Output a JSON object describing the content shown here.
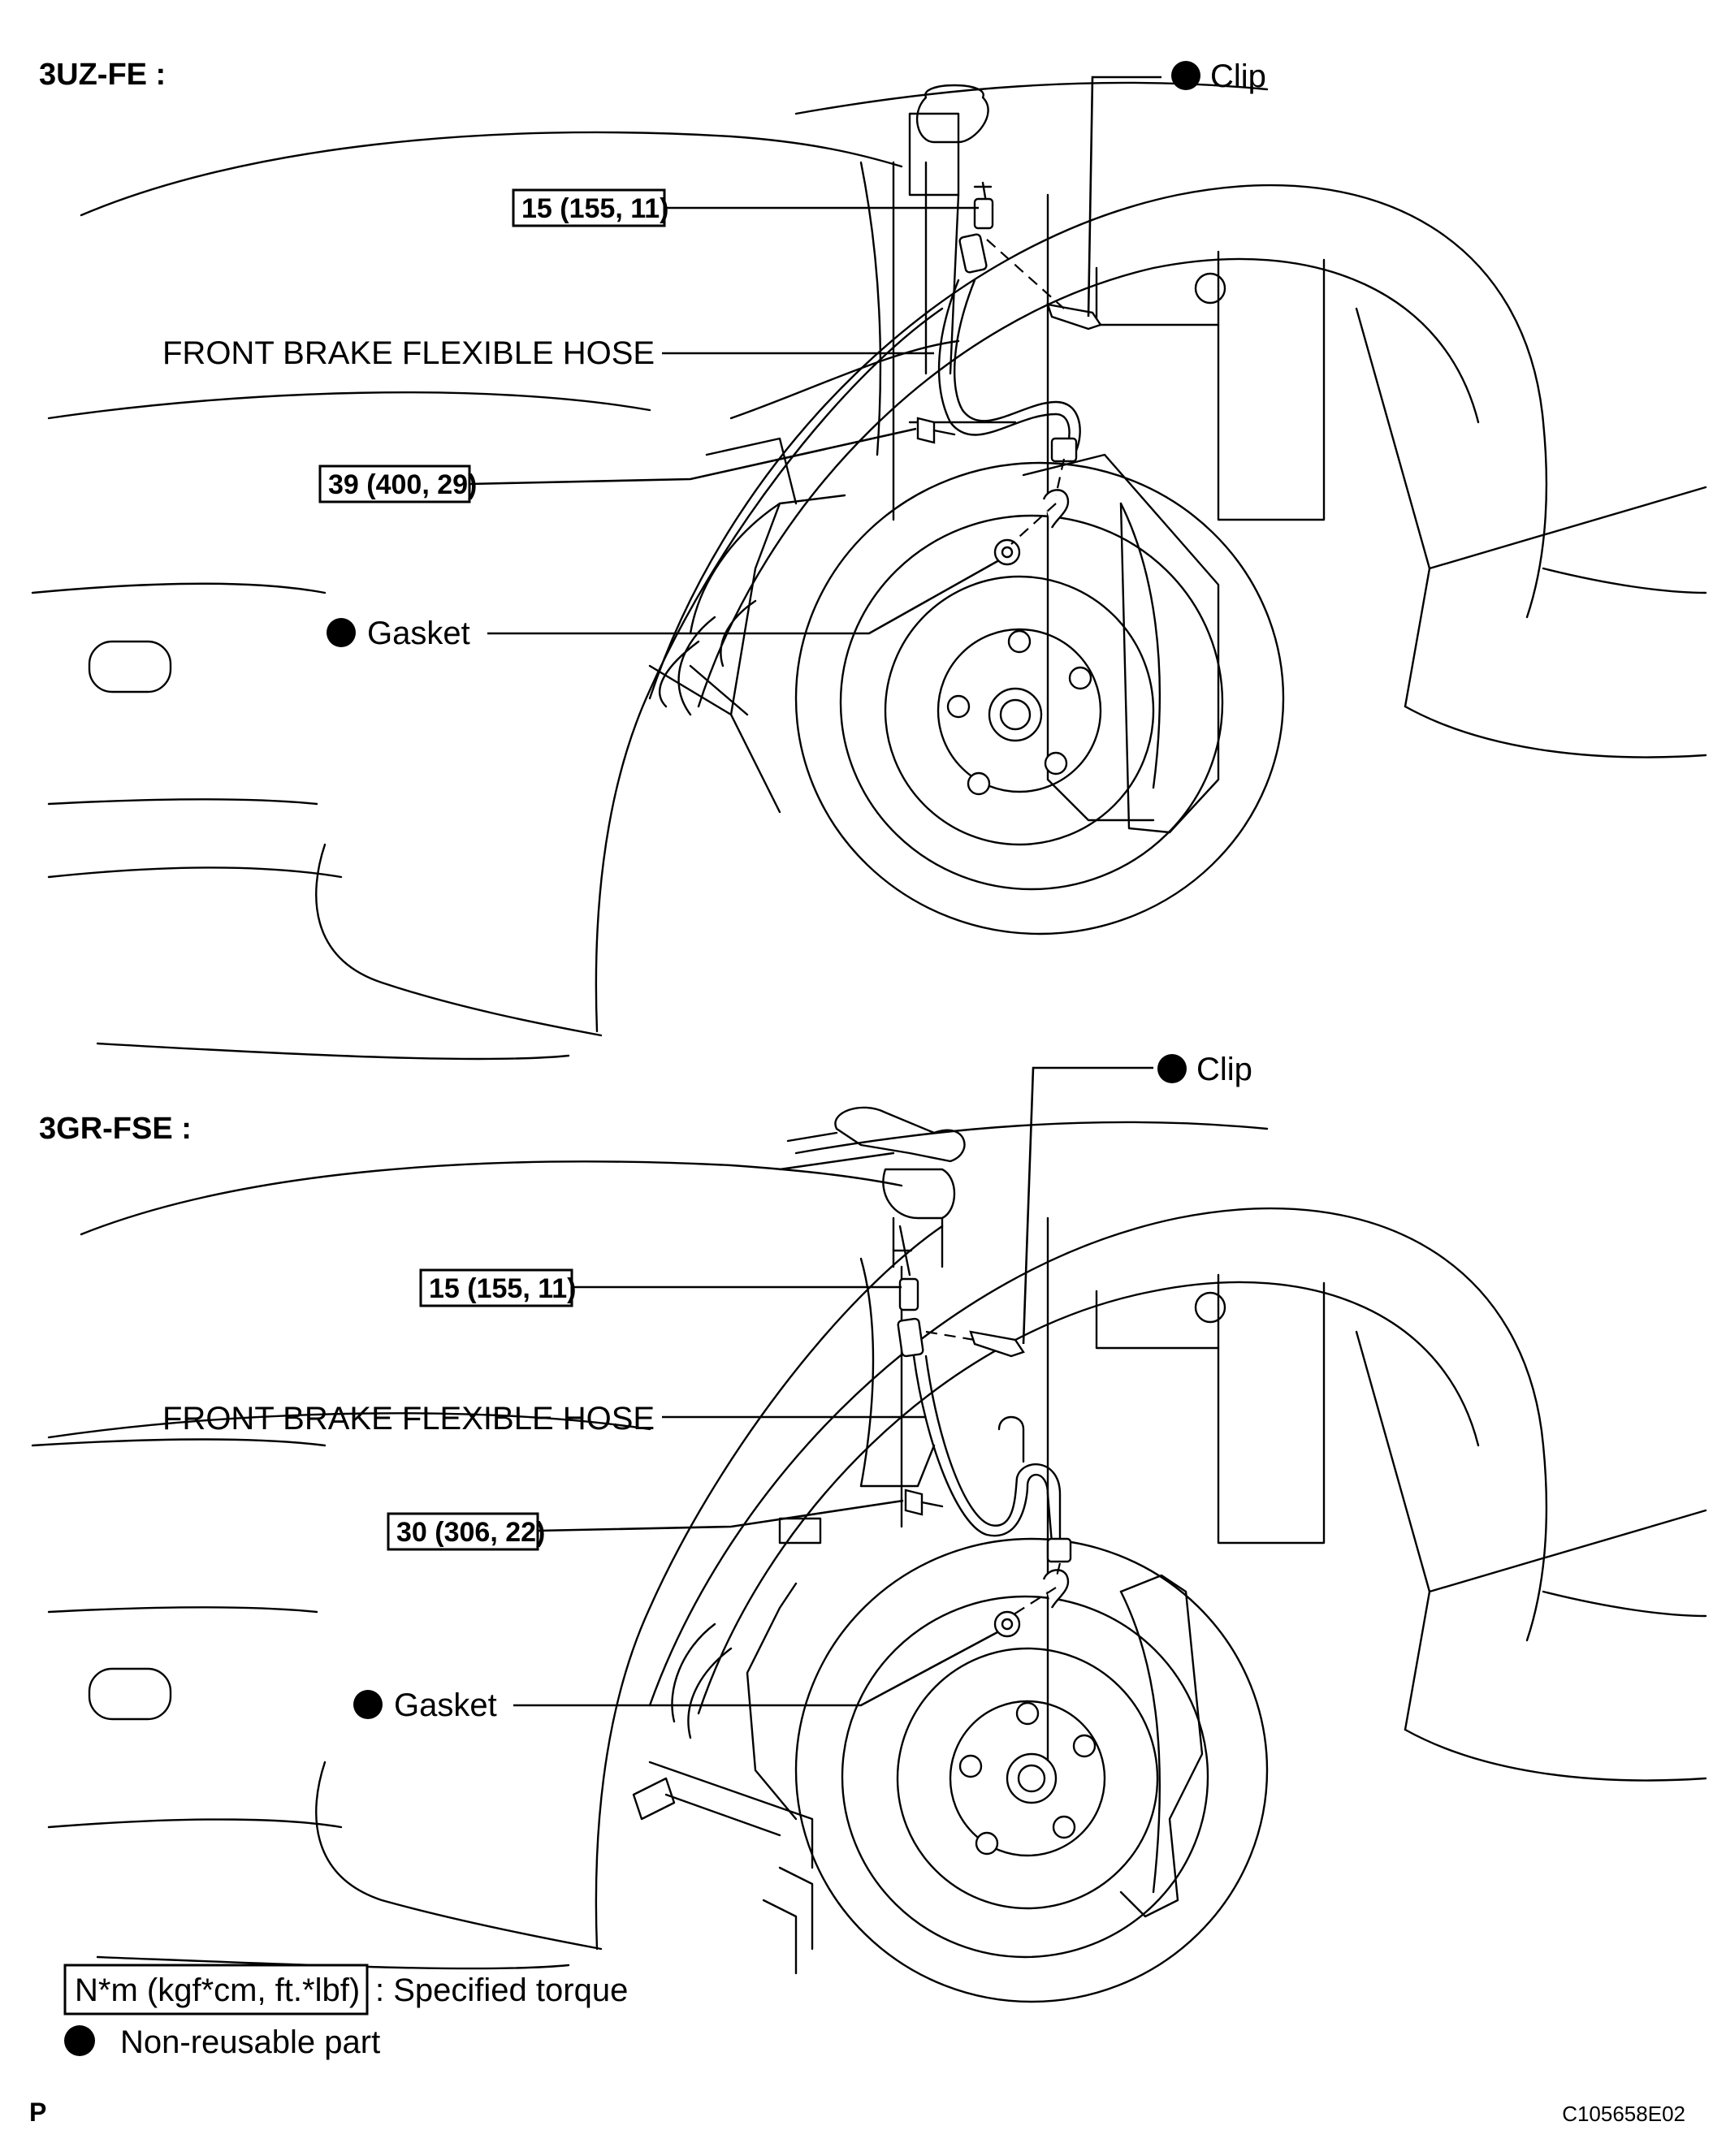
{
  "figure_code": "C105658E02",
  "page_marker": "P",
  "sections": [
    {
      "title": "3UZ-FE :",
      "labels": {
        "clip": "Clip",
        "torque_top": "15 (155, 11)",
        "hose": "FRONT BRAKE FLEXIBLE HOSE",
        "torque_bolt": "39 (400, 29)",
        "gasket": "Gasket"
      }
    },
    {
      "title": "3GR-FSE :",
      "labels": {
        "clip": "Clip",
        "torque_top": "15 (155, 11)",
        "hose": "FRONT BRAKE FLEXIBLE HOSE",
        "torque_bolt": "30 (306, 22)",
        "gasket": "Gasket"
      }
    }
  ],
  "legend": {
    "torque_unit": "N*m (kgf*cm, ft.*lbf)",
    "torque_text": ": Specified torque",
    "nonreusable_text": "Non-reusable part"
  }
}
